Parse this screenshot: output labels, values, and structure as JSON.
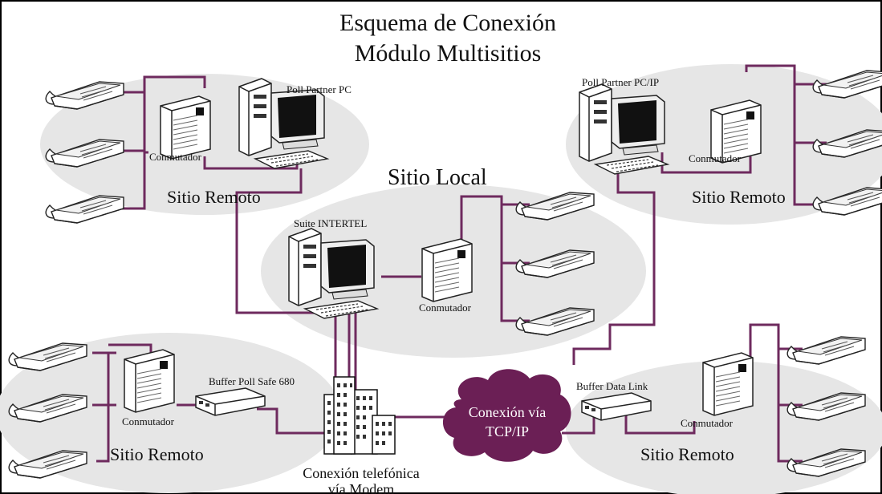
{
  "title": {
    "line1": "Esquema de Conexión",
    "line2": "Módulo Multisitios"
  },
  "labels": {
    "poll_partner_pc": "Poll Partner PC",
    "poll_partner_pcip": "Poll Partner PC/IP",
    "suite_intertel": "Suite INTERTEL",
    "buffer_poll_safe": "Buffer Poll Safe 680",
    "buffer_data_link": "Buffer Data Link",
    "conmutador": "Conmutador",
    "sitio_remoto": "Sitio Remoto",
    "sitio_local": "Sitio Local",
    "cloud_line1": "Conexión vía",
    "cloud_line2": "TCP/IP",
    "phone_line1": "Conexión telefónica",
    "phone_line2": "vía Modem"
  },
  "colors": {
    "wire": "#6e2a5e",
    "cloud": "#6b1f55",
    "ellipse": "#e6e6e6",
    "border": "#000000"
  }
}
